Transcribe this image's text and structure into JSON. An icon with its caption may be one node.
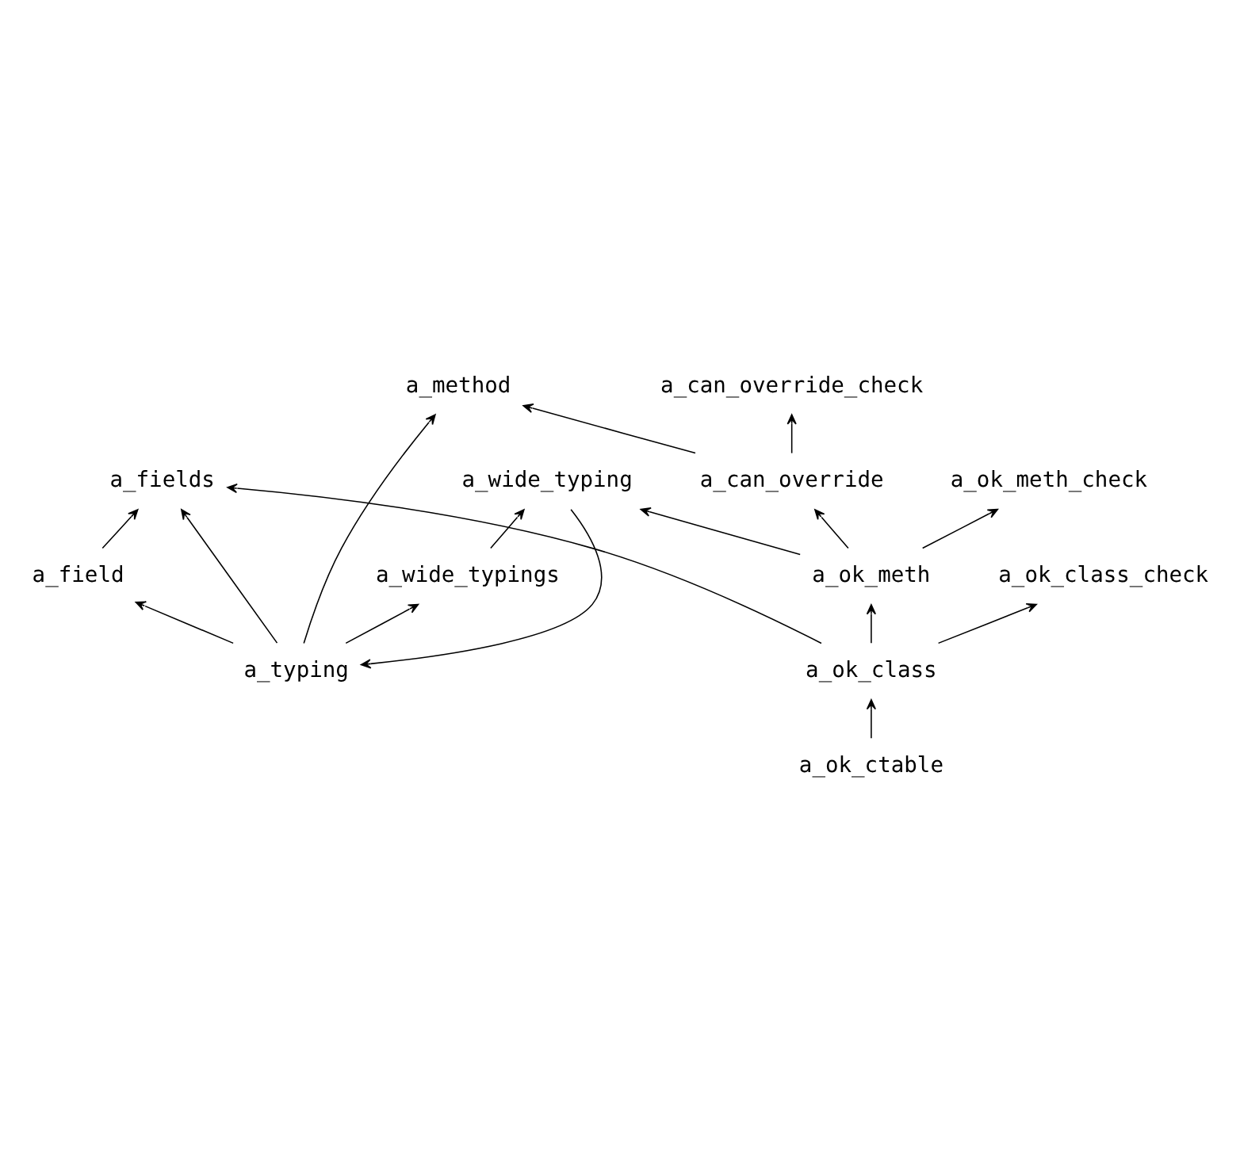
{
  "diagram": {
    "nodes": [
      {
        "text": [
          "a_fields"
        ]
      },
      {
        "text": [
          "a_field"
        ]
      },
      {
        "text": [
          "a_method"
        ]
      },
      {
        "text": [
          "a_can_override_check"
        ]
      },
      {
        "text": [
          "a_typing"
        ]
      },
      {
        "text": [
          "a_wide_typings"
        ]
      },
      {
        "text": [
          "a_can_override"
        ]
      },
      {
        "text": [
          "a_wide_typing"
        ]
      },
      {
        "text": [
          "a_ok_meth_check"
        ]
      },
      {
        "text": [
          "a_ok_meth"
        ]
      },
      {
        "text": [
          "a_ok_class_check"
        ]
      },
      {
        "text": [
          "a_ok_class"
        ]
      },
      {
        "text": [
          "a_ok_ctable"
        ]
      }
    ],
    "edges": [
      {
        "from": 1,
        "to": 0,
        "arrow": "to"
      },
      {
        "from": 4,
        "to": 0,
        "arrow": "to"
      },
      {
        "from": 4,
        "to": 1,
        "arrow": "to"
      },
      {
        "from": 4,
        "to": 2,
        "arrow": "to"
      },
      {
        "from": 6,
        "to": 2,
        "arrow": "to"
      },
      {
        "from": 6,
        "to": 3,
        "arrow": "to"
      },
      {
        "from": 4,
        "to": 5,
        "arrow": "to"
      },
      {
        "from": 5,
        "to": 7,
        "arrow": "to"
      },
      {
        "from": 7,
        "to": 4,
        "arrow": "to"
      },
      {
        "from": 9,
        "to": 7,
        "arrow": "to"
      },
      {
        "from": 9,
        "to": 6,
        "arrow": "to"
      },
      {
        "from": 9,
        "to": 8,
        "arrow": "to"
      },
      {
        "from": 11,
        "to": 9,
        "arrow": "to"
      },
      {
        "from": 11,
        "to": 10,
        "arrow": "to"
      },
      {
        "from": 11,
        "to": 0,
        "arrow": "to"
      },
      {
        "from": 12,
        "to": 11,
        "arrow": "to"
      }
    ]
  }
}
